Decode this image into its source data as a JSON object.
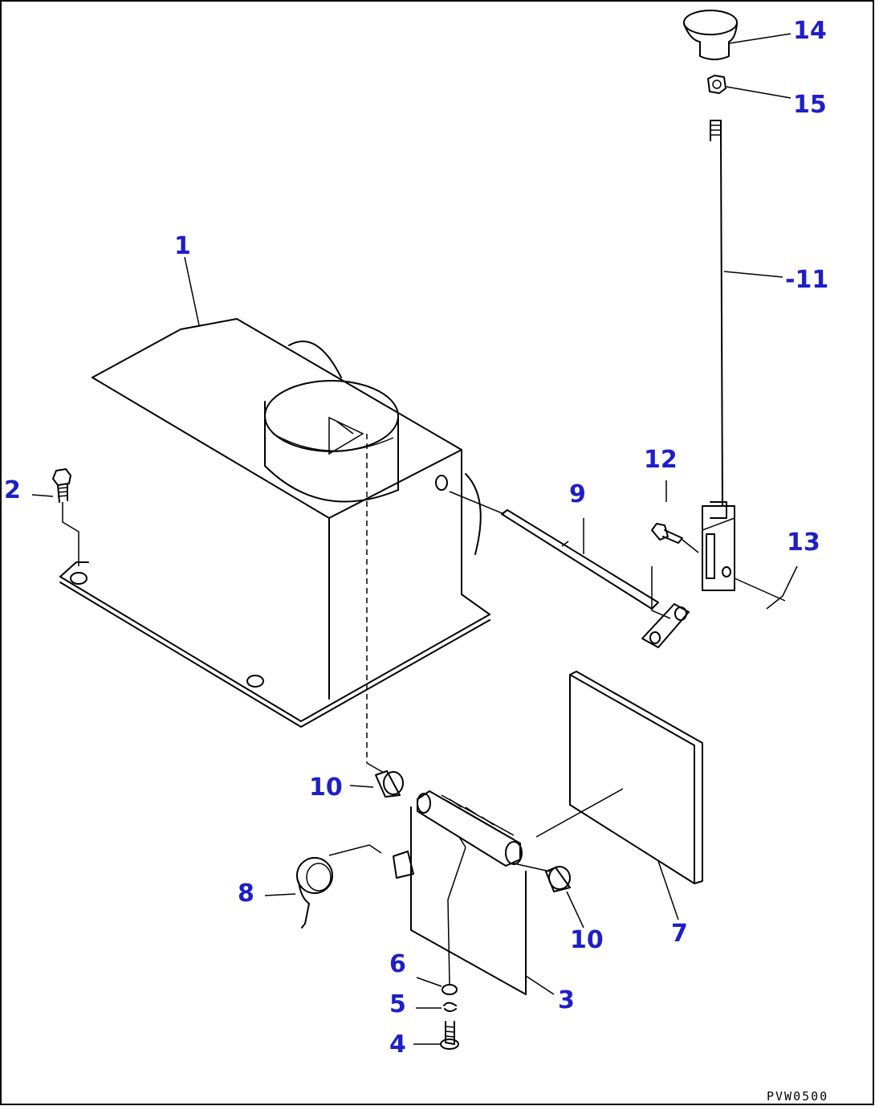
{
  "callouts": {
    "c1": "1",
    "c2": "2",
    "c3": "3",
    "c4": "4",
    "c5": "5",
    "c6": "6",
    "c7": "7",
    "c8": "8",
    "c9": "9",
    "c10a": "10",
    "c10b": "10",
    "c11": "-11",
    "c12": "12",
    "c13": "13",
    "c14": "14",
    "c15": "15"
  },
  "drawing_code": "PVW0500",
  "colors": {
    "callout": "#1f1fc8",
    "line": "#000000",
    "background": "#ffffff"
  }
}
